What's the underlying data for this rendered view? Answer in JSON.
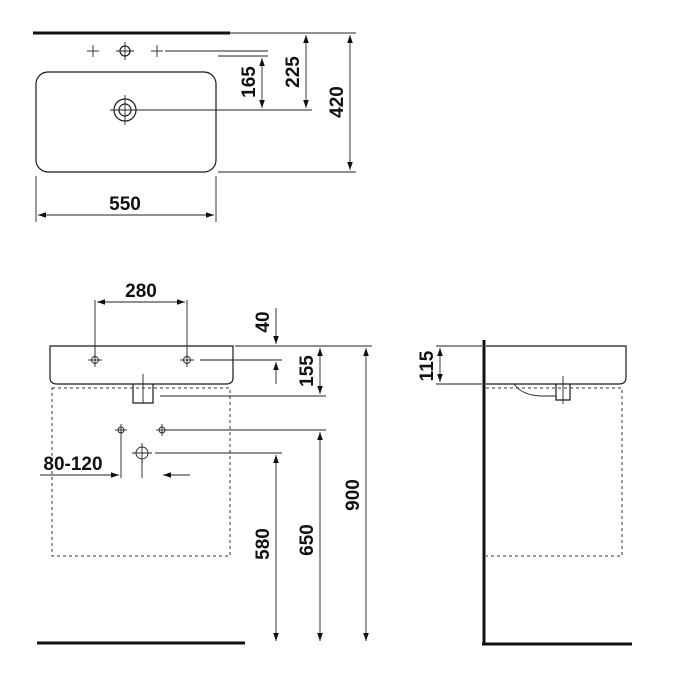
{
  "top_view": {
    "width_label": "550",
    "dim_165": "165",
    "dim_225": "225",
    "dim_420": "420"
  },
  "front_view": {
    "dim_280": "280",
    "dim_40": "40",
    "dim_155": "155",
    "dim_80_120": "80-120",
    "dim_580": "580",
    "dim_650": "650",
    "dim_900": "900"
  },
  "side_view": {
    "dim_115": "115"
  }
}
